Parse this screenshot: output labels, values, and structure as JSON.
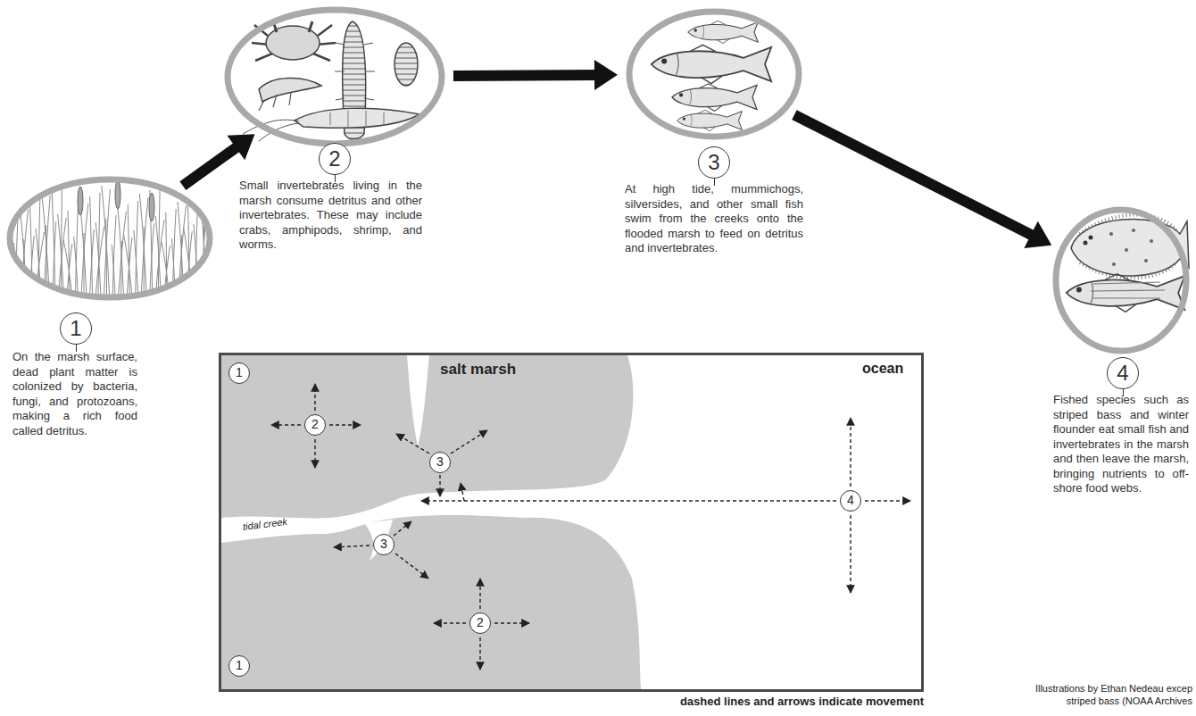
{
  "diagram": {
    "nodes": [
      {
        "text": [
          "1",
          "On the marsh surface, dead plant matter is colonized by bacteria, fungi, and protozoans, making a rich food called detritus."
        ]
      },
      {
        "text": [
          "2",
          "Small invertebrates living in the marsh consume detritus and other invertebrates. These may include crabs, amphipods, shrimp, and worms."
        ]
      },
      {
        "text": [
          "3",
          "At high tide, mummichogs, silversides, and other small fish swim from the creeks onto the flooded marsh to feed on detritus and invertebrates."
        ]
      },
      {
        "text": [
          "4",
          "Fished species such as striped bass and winter flounder eat small fish and invertebrates in the marsh and then leave the marsh, bringing nutrients to off-shore food webs."
        ]
      },
      {
        "text": [
          "salt marsh",
          "ocean",
          "tidal creek"
        ]
      },
      {
        "text": [
          "1"
        ],
        "in": 4
      },
      {
        "text": [
          "2"
        ],
        "in": 4
      },
      {
        "text": [
          "3"
        ],
        "in": 4
      },
      {
        "text": [
          "4"
        ],
        "in": 4
      },
      {
        "text": [
          "3"
        ],
        "in": 4
      },
      {
        "text": [
          "2"
        ],
        "in": 4
      },
      {
        "text": [
          "1"
        ],
        "in": 4
      }
    ],
    "edges": [
      {
        "from": 0,
        "to": 1,
        "arrow": "to"
      },
      {
        "from": 1,
        "to": 2,
        "arrow": "to"
      },
      {
        "from": 2,
        "to": 3,
        "arrow": "to"
      }
    ],
    "labels": [
      "dashed lines and arrows indicate movement",
      "Illustrations by Ethan Nedeau excep striped bass (NOAA Archives"
    ]
  }
}
